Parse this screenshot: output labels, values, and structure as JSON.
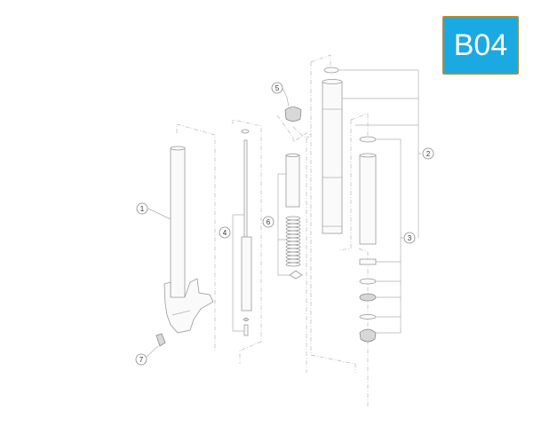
{
  "badge": {
    "label": "B04",
    "background": "#1ba9e1",
    "border": "#b48a2c"
  },
  "callouts": [
    "1",
    "2",
    "3",
    "4",
    "5",
    "6",
    "7"
  ]
}
